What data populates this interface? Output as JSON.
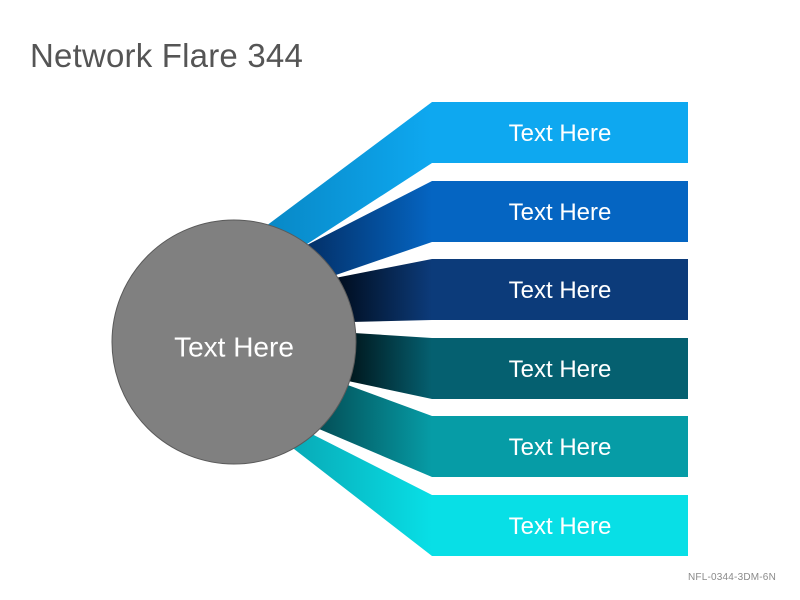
{
  "title": "Network Flare 344",
  "hub": {
    "label": "Text Here",
    "color": "#808080"
  },
  "items": [
    {
      "label": "Text Here",
      "color": "#0ea8f0",
      "ray_dark": "#0888c6"
    },
    {
      "label": "Text Here",
      "color": "#0565c2",
      "ray_dark": "#032f66"
    },
    {
      "label": "Text Here",
      "color": "#0c3b7a",
      "ray_dark": "#000c1c"
    },
    {
      "label": "Text Here",
      "color": "#056070",
      "ray_dark": "#00161c"
    },
    {
      "label": "Text Here",
      "color": "#069ca6",
      "ray_dark": "#034a52"
    },
    {
      "label": "Text Here",
      "color": "#08dfe6",
      "ray_dark": "#08a7b4"
    }
  ],
  "footer": "NFL-0344-3DM-6N"
}
